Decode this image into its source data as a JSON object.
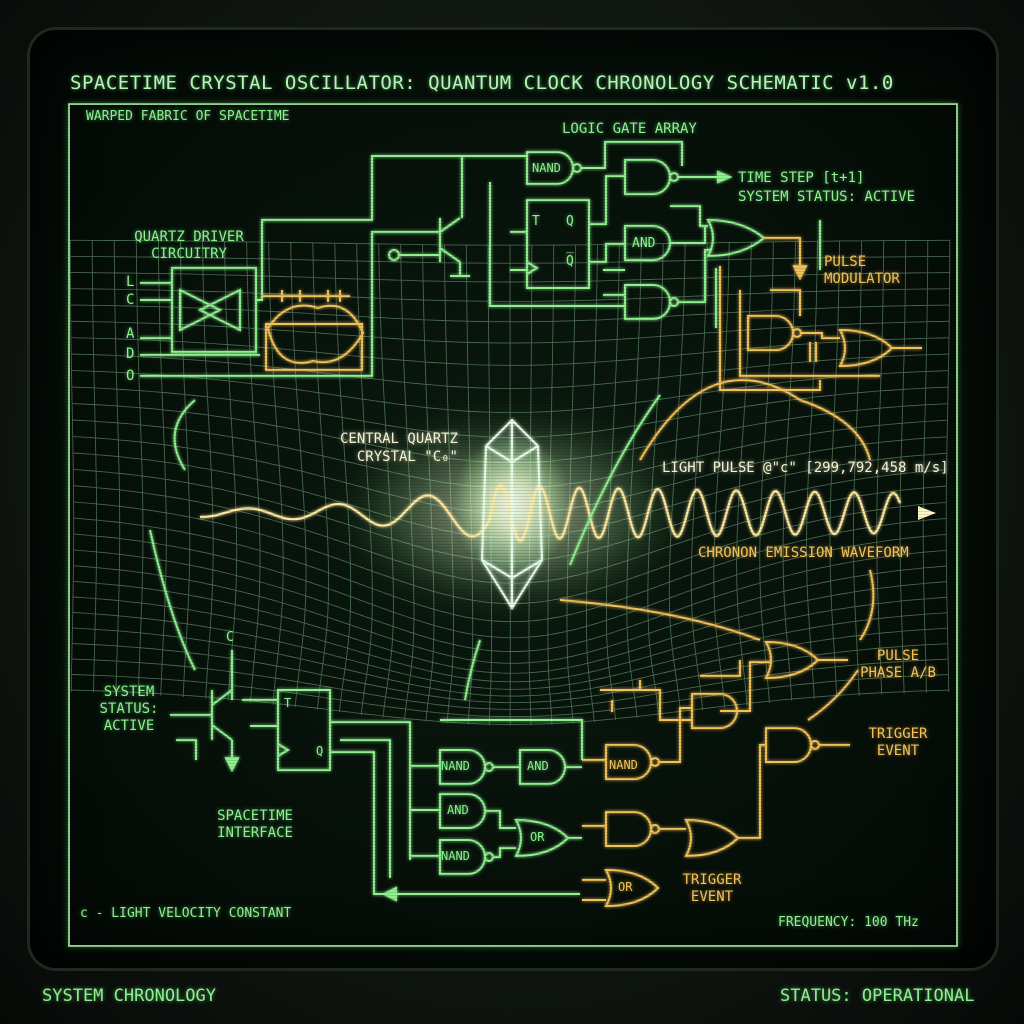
{
  "title": "SPACETIME CRYSTAL OSCILLATOR: QUANTUM CLOCK CHRONOLOGY SCHEMATIC v1.0",
  "frame_label": "WARPED FABRIC OF SPACETIME",
  "logic_gate_array": "LOGIC GATE ARRAY",
  "time_step": "TIME STEP [t+1]",
  "system_status_top": "SYSTEM STATUS: ACTIVE",
  "quartz_driver": [
    "QUARTZ DRIVER",
    "CIRCUITRY"
  ],
  "driver_pins": [
    "L",
    "C",
    "A",
    "D",
    "O"
  ],
  "pulse_modulator": [
    "PULSE",
    "MODULATOR"
  ],
  "central_crystal": [
    "CENTRAL QUARTZ",
    "CRYSTAL \"C₀\""
  ],
  "light_pulse": "LIGHT PULSE @\"c\" [299,792,458 m/s]",
  "chronon": "CHRONON EMISSION WAVEFORM",
  "pulse_phase": [
    "PULSE",
    "PHASE A/B"
  ],
  "system_status_left": [
    "SYSTEM",
    "STATUS:",
    "ACTIVE"
  ],
  "c_label": "C",
  "spacetime_interface": [
    "SPACETIME",
    "INTERFACE"
  ],
  "trigger_event_right": [
    "TRIGGER",
    "EVENT"
  ],
  "trigger_event_bottom": [
    "TRIGGER",
    "EVENT"
  ],
  "light_velocity": "c - LIGHT VELOCITY CONSTANT",
  "frequency": "FREQUENCY: 100 THz",
  "footer_left": "SYSTEM CHRONOLOGY",
  "footer_right": "STATUS: OPERATIONAL",
  "gates": {
    "nand": "NAND",
    "and": "AND",
    "or": "OR",
    "ff_t": "T",
    "ff_q": "Q",
    "ff_qbar": "Q̅"
  },
  "colors": {
    "green": "#8ef08e",
    "amber": "#f2c25a",
    "glow": "#fffbe0"
  }
}
